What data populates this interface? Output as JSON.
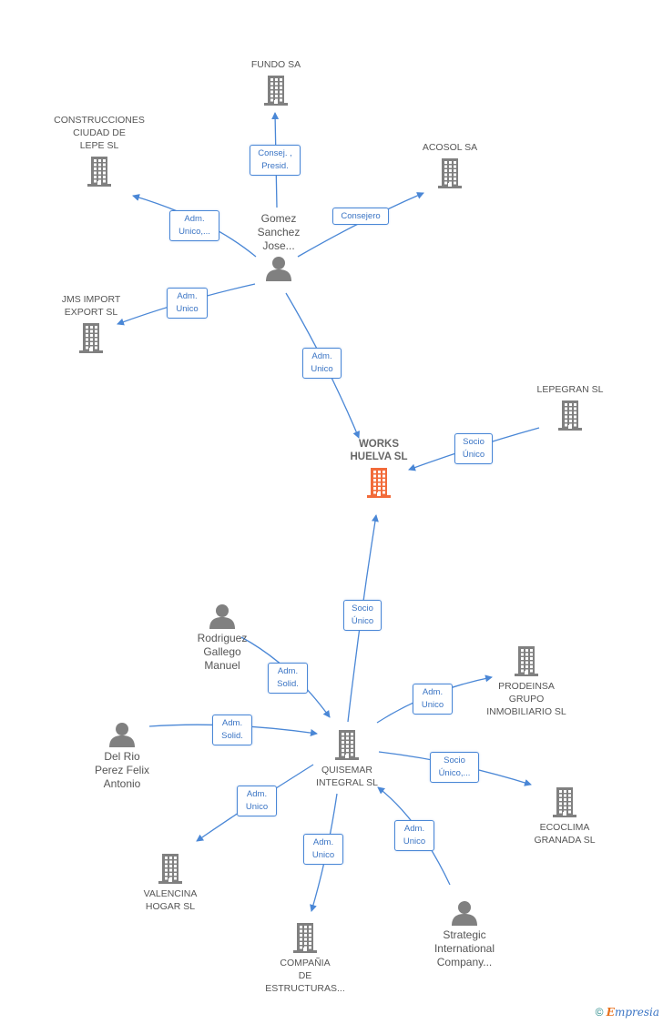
{
  "colors": {
    "edge": "#4a87d6",
    "building": "#808080",
    "focus_building": "#f26b3a",
    "person": "#808080"
  },
  "nodes": {
    "fundo": {
      "label": "FUNDO SA",
      "icon": "building-icon"
    },
    "construcciones": {
      "label": "CONSTRUCCIONES\nCIUDAD DE\nLEPE SL",
      "icon": "building-icon"
    },
    "acosol": {
      "label": "ACOSOL SA",
      "icon": "building-icon"
    },
    "gomez": {
      "label": "Gomez\nSanchez\nJose...",
      "icon": "person-icon"
    },
    "jms": {
      "label": "JMS IMPORT\nEXPORT SL",
      "icon": "building-icon"
    },
    "lepegran": {
      "label": "LEPEGRAN  SL",
      "icon": "building-icon"
    },
    "works": {
      "label": "WORKS\nHUELVA SL",
      "icon": "building-icon"
    },
    "rodriguez": {
      "label": "Rodriguez\nGallego\nManuel",
      "icon": "person-icon"
    },
    "prodeinsa": {
      "label": "PRODEINSA\nGRUPO\nINMOBILIARIO SL",
      "icon": "building-icon"
    },
    "delrio": {
      "label": "Del Rio\nPerez Felix\nAntonio",
      "icon": "person-icon"
    },
    "quisemar": {
      "label": "QUISEMAR\nINTEGRAL SL",
      "icon": "building-icon"
    },
    "ecoclima": {
      "label": "ECOCLIMA\nGRANADA SL",
      "icon": "building-icon"
    },
    "valencina": {
      "label": "VALENCINA\nHOGAR SL",
      "icon": "building-icon"
    },
    "compania": {
      "label": "COMPAÑIA\nDE\nESTRUCTURAS...",
      "icon": "building-icon"
    },
    "strategic": {
      "label": "Strategic\nInternational\nCompany...",
      "icon": "person-icon"
    }
  },
  "edges": [
    {
      "from": "gomez",
      "to": "fundo",
      "label": "Consej. ,\nPresid."
    },
    {
      "from": "gomez",
      "to": "construcciones",
      "label": "Adm.\nUnico,..."
    },
    {
      "from": "gomez",
      "to": "acosol",
      "label": "Consejero"
    },
    {
      "from": "gomez",
      "to": "jms",
      "label": "Adm.\nUnico"
    },
    {
      "from": "gomez",
      "to": "works",
      "label": "Adm.\nUnico"
    },
    {
      "from": "lepegran",
      "to": "works",
      "label": "Socio\nÚnico"
    },
    {
      "from": "quisemar",
      "to": "works",
      "label": "Socio\nÚnico"
    },
    {
      "from": "rodriguez",
      "to": "quisemar",
      "label": "Adm.\nSolid."
    },
    {
      "from": "delrio",
      "to": "quisemar",
      "label": "Adm.\nSolid."
    },
    {
      "from": "quisemar",
      "to": "prodeinsa",
      "label": "Adm.\nUnico"
    },
    {
      "from": "quisemar",
      "to": "ecoclima",
      "label": "Socio\nÚnico,..."
    },
    {
      "from": "quisemar",
      "to": "valencina",
      "label": "Adm.\nUnico"
    },
    {
      "from": "quisemar",
      "to": "compania",
      "label": "Adm.\nUnico"
    },
    {
      "from": "strategic",
      "to": "quisemar",
      "label": "Adm.\nUnico"
    }
  ],
  "footer": {
    "copyright": "©",
    "brand_first": "E",
    "brand_rest": "mpresia"
  }
}
